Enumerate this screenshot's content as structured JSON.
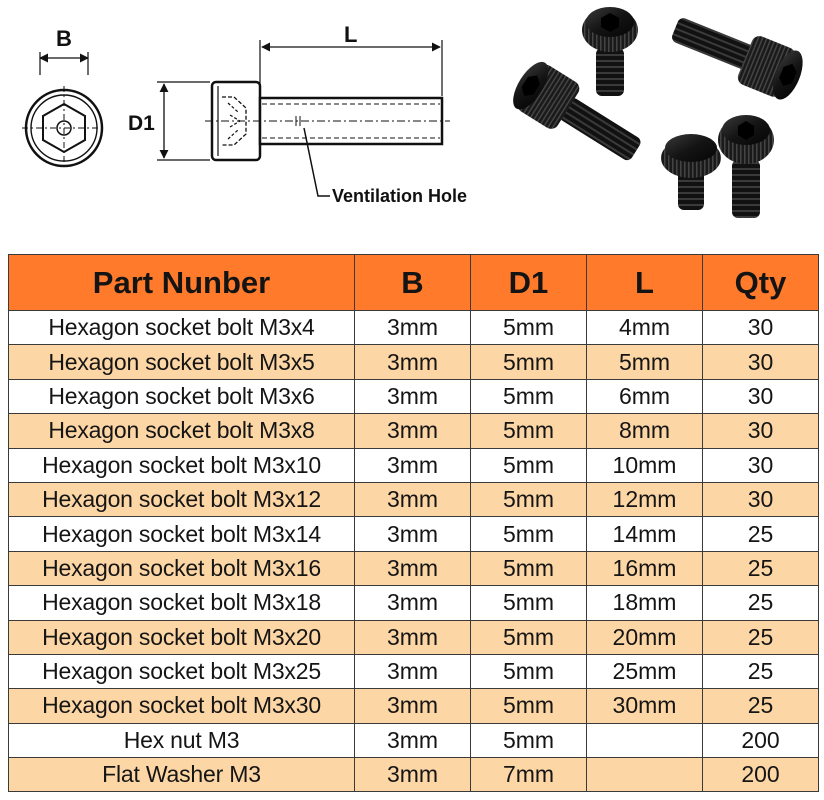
{
  "diagram": {
    "label_b": "B",
    "label_d1": "D1",
    "label_l": "L",
    "callout": "Ventilation Hole"
  },
  "colors": {
    "header_bg": "#ff7a2b",
    "stripe_bg": "#fdd6a5",
    "border": "#3a3a3a"
  },
  "table": {
    "headers": [
      "Part Nunber",
      "B",
      "D1",
      "L",
      "Qty"
    ],
    "rows": [
      {
        "part": "Hexagon socket bolt M3x4",
        "b": "3mm",
        "d1": "5mm",
        "l": "4mm",
        "qty": "30"
      },
      {
        "part": "Hexagon socket bolt M3x5",
        "b": "3mm",
        "d1": "5mm",
        "l": "5mm",
        "qty": "30"
      },
      {
        "part": "Hexagon socket bolt M3x6",
        "b": "3mm",
        "d1": "5mm",
        "l": "6mm",
        "qty": "30"
      },
      {
        "part": "Hexagon socket bolt M3x8",
        "b": "3mm",
        "d1": "5mm",
        "l": "8mm",
        "qty": "30"
      },
      {
        "part": "Hexagon socket bolt M3x10",
        "b": "3mm",
        "d1": "5mm",
        "l": "10mm",
        "qty": "30"
      },
      {
        "part": "Hexagon socket bolt M3x12",
        "b": "3mm",
        "d1": "5mm",
        "l": "12mm",
        "qty": "30"
      },
      {
        "part": "Hexagon socket bolt M3x14",
        "b": "3mm",
        "d1": "5mm",
        "l": "14mm",
        "qty": "25"
      },
      {
        "part": "Hexagon socket bolt M3x16",
        "b": "3mm",
        "d1": "5mm",
        "l": "16mm",
        "qty": "25"
      },
      {
        "part": "Hexagon socket bolt M3x18",
        "b": "3mm",
        "d1": "5mm",
        "l": "18mm",
        "qty": "25"
      },
      {
        "part": "Hexagon socket bolt M3x20",
        "b": "3mm",
        "d1": "5mm",
        "l": "20mm",
        "qty": "25"
      },
      {
        "part": "Hexagon socket bolt M3x25",
        "b": "3mm",
        "d1": "5mm",
        "l": "25mm",
        "qty": "25"
      },
      {
        "part": "Hexagon socket bolt M3x30",
        "b": "3mm",
        "d1": "5mm",
        "l": "30mm",
        "qty": "25"
      },
      {
        "part": "Hex nut M3",
        "b": "3mm",
        "d1": "5mm",
        "l": "",
        "qty": "200"
      },
      {
        "part": "Flat Washer M3",
        "b": "3mm",
        "d1": "7mm",
        "l": "",
        "qty": "200"
      }
    ]
  }
}
